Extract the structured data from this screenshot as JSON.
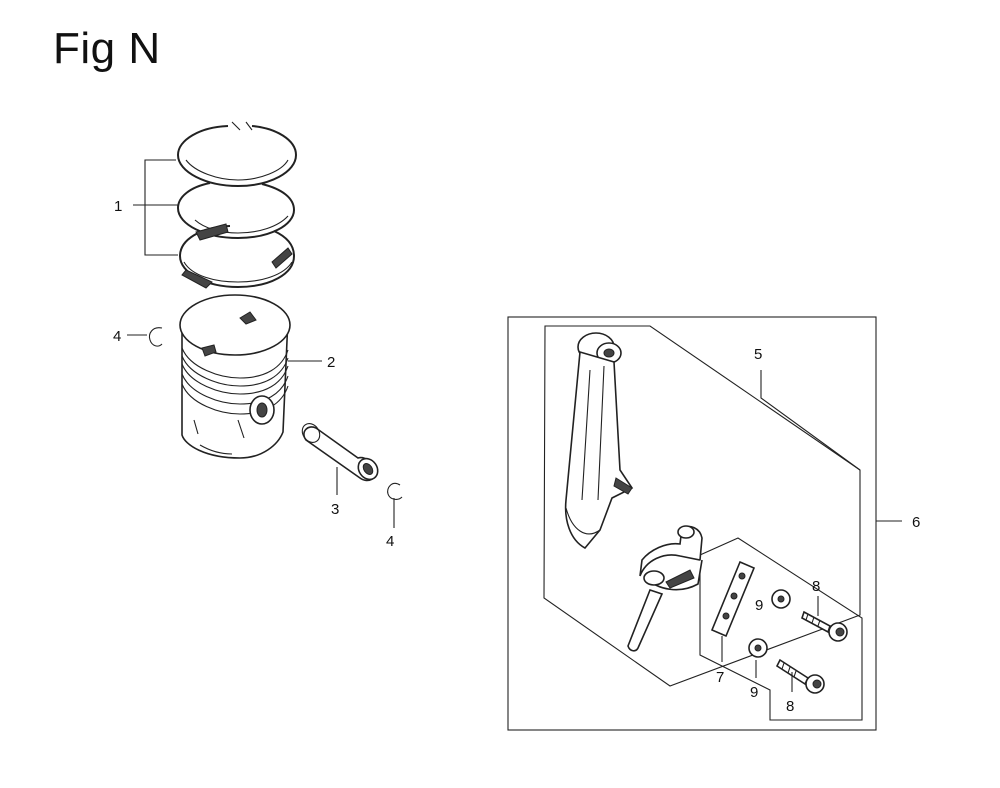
{
  "figure": {
    "title": "Fig N"
  },
  "callouts": {
    "c1": "1",
    "c2": "2",
    "c3": "3",
    "c4a": "4",
    "c4b": "4",
    "c5": "5",
    "c6": "6",
    "c7": "7",
    "c8a": "8",
    "c8b": "8",
    "c9a": "9",
    "c9b": "9"
  },
  "icons": {
    "piston_rings": "piston-rings-icon",
    "piston": "piston-icon",
    "piston_pin": "piston-pin-icon",
    "pin_clip": "pin-clip-icon",
    "connecting_rod": "connecting-rod-icon",
    "rod_cap": "rod-cap-icon",
    "lock_plate": "lock-plate-icon",
    "washer": "washer-icon",
    "bolt": "bolt-icon"
  }
}
